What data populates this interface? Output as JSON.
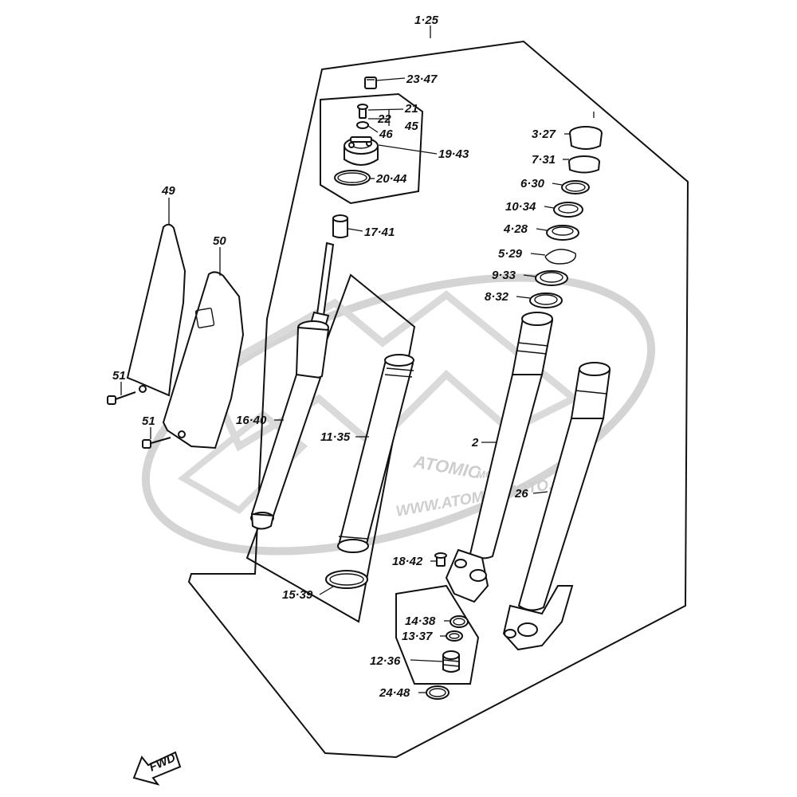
{
  "labels": {
    "assy": "1·25",
    "cap_bolt": "23·47",
    "screw_a": "21",
    "screw_b": "45",
    "washer": "22",
    "oring_small": "46",
    "cap_assy": "19·43",
    "cap_oring": "20·44",
    "spacer": "17·41",
    "damper_rod": "16·40",
    "spring": "11·35",
    "spring_oring": "15·39",
    "bushing_a": "3·27",
    "bushing_b": "7·31",
    "washer_a": "6·30",
    "washer_b": "10·34",
    "oil_seal": "4·28",
    "stopper_ring": "5·29",
    "dust_seal_a": "9·33",
    "dust_seal_b": "8·32",
    "inner_tube_l": "2",
    "inner_tube_r": "26",
    "bleed_bolt": "18·42",
    "gasket_a": "14·38",
    "gasket_b": "13·37",
    "drain_bolt": "12·36",
    "bottom_oring": "24·48",
    "guard_rear": "49",
    "guard_front": "50",
    "screw_upper": "51",
    "screw_lower": "51",
    "fwd": "FWD"
  },
  "watermark": {
    "brand": "ATOMIC",
    "sub": "MOTO",
    "url": "WWW.ATOMIC-MOTO.FR"
  },
  "colors": {
    "line": "#111111",
    "watermark": "#c9c9c9"
  }
}
